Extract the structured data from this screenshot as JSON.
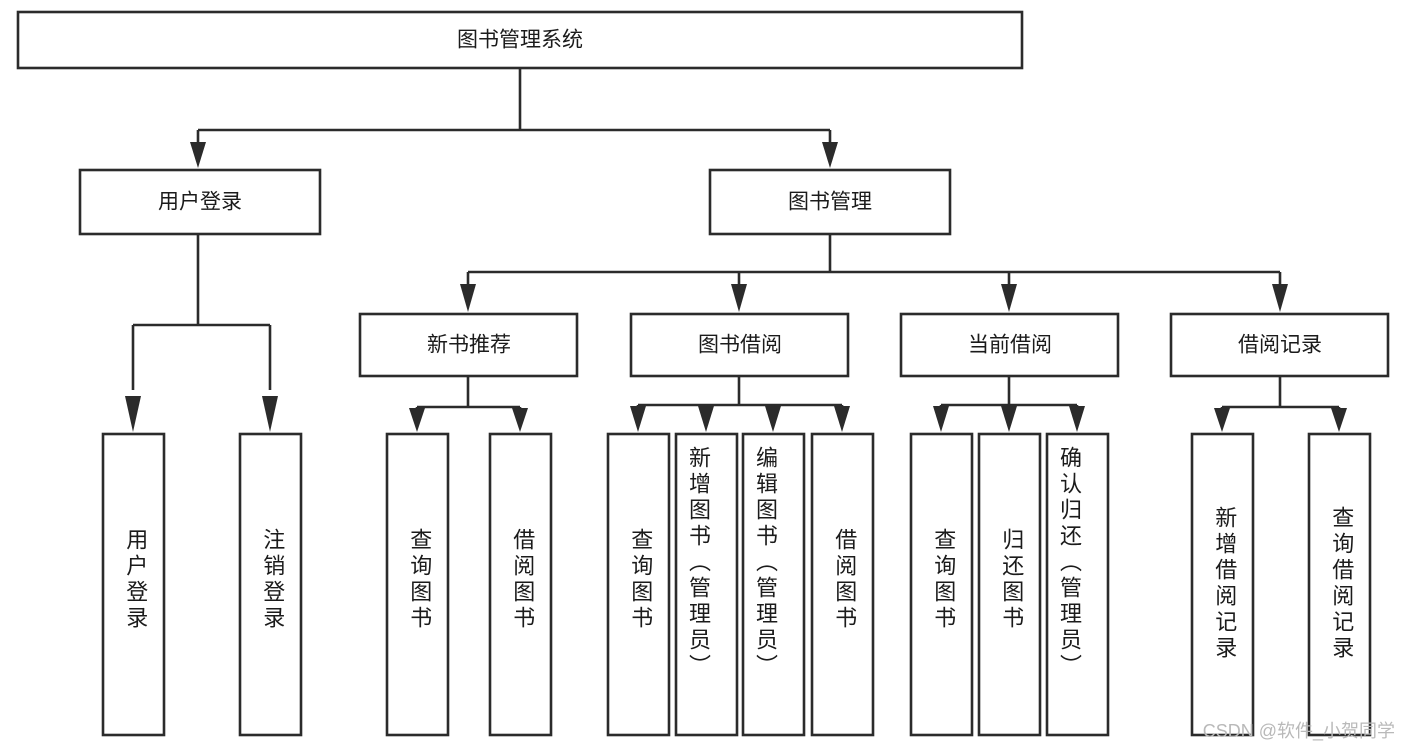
{
  "diagram": {
    "type": "tree-hierarchy",
    "title": "图书管理系统",
    "watermark": "CSDN @软件_小贺同学",
    "colors": {
      "stroke": "#2b2b2b",
      "fill": "#ffffff",
      "text": "#1b1b1b",
      "watermark": "#b9b9b9"
    },
    "levels": {
      "root": {
        "label": "图书管理系统"
      },
      "level2": [
        {
          "id": "user-login",
          "label": "用户登录"
        },
        {
          "id": "book-management",
          "label": "图书管理"
        }
      ],
      "level3": [
        {
          "id": "new-book-recommend",
          "label": "新书推荐"
        },
        {
          "id": "book-borrow",
          "label": "图书借阅"
        },
        {
          "id": "current-borrow",
          "label": "当前借阅"
        },
        {
          "id": "borrow-record",
          "label": "借阅记录"
        }
      ],
      "leaves": {
        "user-login": [
          {
            "id": "leaf-user-login",
            "label": "用户登录"
          },
          {
            "id": "leaf-logout-login",
            "label": "注销登录"
          }
        ],
        "new-book-recommend": [
          {
            "id": "leaf-query-book-1",
            "label": "查询图书"
          },
          {
            "id": "leaf-borrow-book-1",
            "label": "借阅图书"
          }
        ],
        "book-borrow": [
          {
            "id": "leaf-query-book-2",
            "label": "查询图书"
          },
          {
            "id": "leaf-add-book",
            "label": "新增图书（管理员）"
          },
          {
            "id": "leaf-edit-book",
            "label": "编辑图书（管理员）"
          },
          {
            "id": "leaf-borrow-book-2",
            "label": "借阅图书"
          }
        ],
        "current-borrow": [
          {
            "id": "leaf-query-book-3",
            "label": "查询图书"
          },
          {
            "id": "leaf-return-book",
            "label": "归还图书"
          },
          {
            "id": "leaf-confirm-return",
            "label": "确认归还（管理员）"
          }
        ],
        "borrow-record": [
          {
            "id": "leaf-add-record",
            "label": "新增借阅记录"
          },
          {
            "id": "leaf-query-record",
            "label": "查询借阅记录"
          }
        ]
      }
    }
  }
}
